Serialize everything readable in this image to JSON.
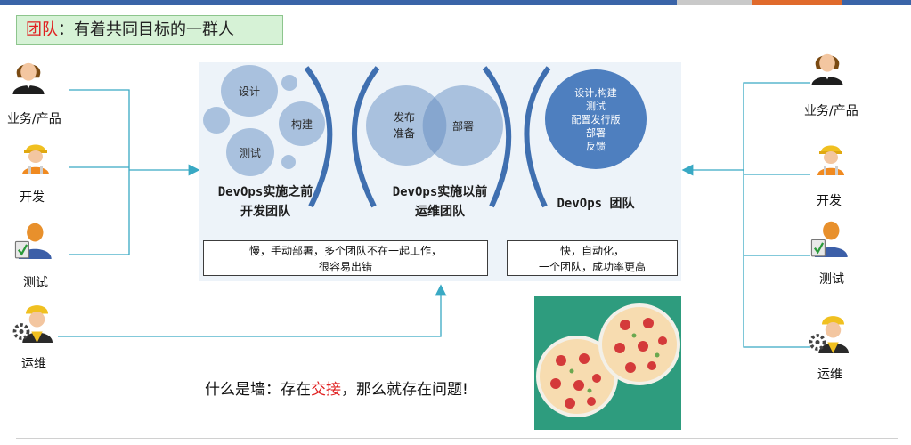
{
  "title": {
    "prefix": "团队",
    "rest": "：有着共同目标的一群人"
  },
  "left_people": [
    {
      "label": "业务/产品",
      "icon": "businesswoman-icon"
    },
    {
      "label": "开发",
      "icon": "worker-icon"
    },
    {
      "label": "测试",
      "icon": "tester-icon"
    },
    {
      "label": "运维",
      "icon": "operator-icon"
    }
  ],
  "right_people": [
    {
      "label": "业务/产品",
      "icon": "businesswoman-icon"
    },
    {
      "label": "开发",
      "icon": "worker-icon"
    },
    {
      "label": "测试",
      "icon": "tester-icon"
    },
    {
      "label": "运维",
      "icon": "operator-icon"
    }
  ],
  "stage1": {
    "bubbles": [
      "设计",
      "构建",
      "测试"
    ],
    "title_line1": "DevOps实施之前",
    "title_line2": "开发团队"
  },
  "stage2": {
    "left_bubble_line1": "发布",
    "left_bubble_line2": "准备",
    "right_bubble": "部署",
    "title_line1": "DevOps实施以前",
    "title_line2": "运维团队"
  },
  "stage3": {
    "bubble_lines": [
      "设计,构建",
      "测试",
      "配置发行版",
      "部署",
      "反馈"
    ],
    "title": "DevOps 团队"
  },
  "note_left": {
    "line1": "慢，手动部署，多个团队不在一起工作，",
    "line2": "很容易出错"
  },
  "note_right": {
    "line1": "快，自动化，",
    "line2": "一个团队，成功率更高"
  },
  "bottom": {
    "part1": "什么是墙：存在",
    "highlight": "交接",
    "part2": "，那么就存在问题!"
  },
  "colors": {
    "accent": "#3a64a8",
    "arrow": "#39a9c4",
    "red": "#e02020",
    "pizza_bg": "#2e9c7e"
  }
}
